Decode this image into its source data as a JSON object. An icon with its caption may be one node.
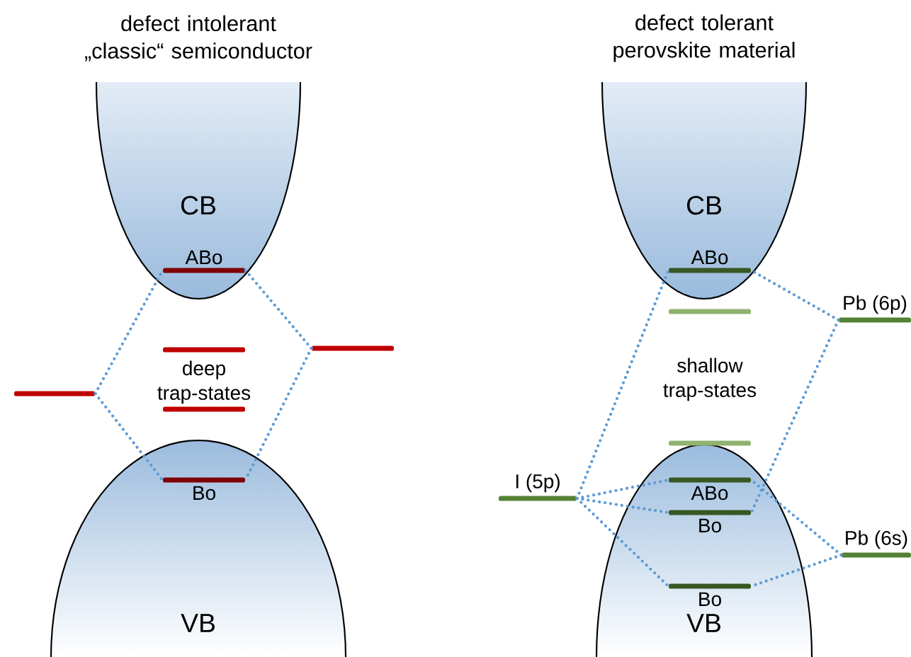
{
  "diagram": {
    "nodes": [
      {
        "text": [
          "CB"
        ]
      },
      {
        "text": [
          "ABo"
        ],
        "in": 0
      },
      {
        "text": [],
        "shape": "bar"
      },
      {
        "text": [],
        "shape": "bar"
      },
      {
        "text": [],
        "shape": "bar"
      },
      {
        "text": [],
        "shape": "bar"
      },
      {
        "text": [
          "Bo"
        ],
        "in": 7
      },
      {
        "text": [
          "VB"
        ]
      },
      {
        "text": [
          "CB"
        ]
      },
      {
        "text": [
          "ABo"
        ],
        "in": 8
      },
      {
        "text": [],
        "shape": "bar"
      },
      {
        "text": [],
        "shape": "bar"
      },
      {
        "text": [
          "Pb (6p)"
        ]
      },
      {
        "text": [
          "I (5p)"
        ]
      },
      {
        "text": [
          "ABo"
        ],
        "in": 18
      },
      {
        "text": [
          "Bo"
        ],
        "in": 18
      },
      {
        "text": [
          "Pb (6s)"
        ]
      },
      {
        "text": [
          "Bo"
        ],
        "in": 18
      },
      {
        "text": [
          "VB"
        ]
      }
    ],
    "edges": [
      {
        "from": 4,
        "to": 1,
        "arrow": "none"
      },
      {
        "from": 4,
        "to": 6,
        "arrow": "none"
      },
      {
        "from": 5,
        "to": 1,
        "arrow": "none"
      },
      {
        "from": 5,
        "to": 6,
        "arrow": "none"
      },
      {
        "from": 13,
        "to": 9,
        "arrow": "none"
      },
      {
        "from": 13,
        "to": 14,
        "arrow": "none"
      },
      {
        "from": 13,
        "to": 15,
        "arrow": "none"
      },
      {
        "from": 13,
        "to": 17,
        "arrow": "none"
      },
      {
        "from": 12,
        "to": 9,
        "arrow": "none"
      },
      {
        "from": 12,
        "to": 15,
        "arrow": "none"
      },
      {
        "from": 16,
        "to": 14,
        "arrow": "none"
      },
      {
        "from": 16,
        "to": 17,
        "arrow": "none"
      }
    ],
    "labels": [
      "defect intolerant „classic“ semiconductor",
      "defect tolerant perovskite material",
      "deep trap-states",
      "shallow trap-states"
    ]
  }
}
